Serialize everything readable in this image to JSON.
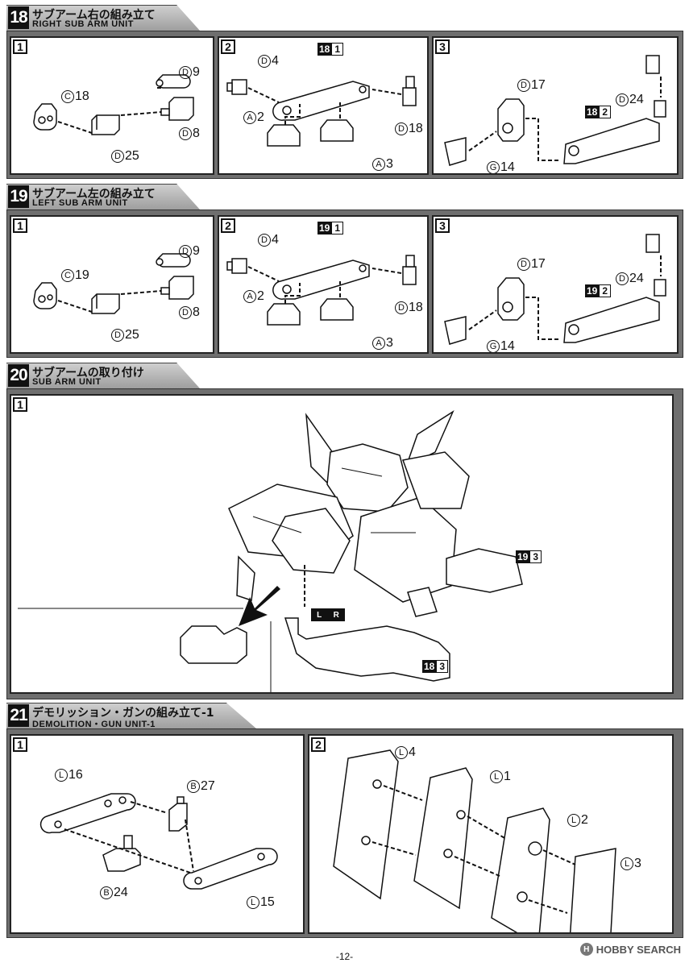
{
  "sections": [
    {
      "number": "18",
      "title_jp": "サブアーム右の組み立て",
      "title_en": "RIGHT SUB ARM UNIT",
      "steps": [
        {
          "number": "1",
          "parts": [
            {
              "letter": "C",
              "num": "18"
            },
            {
              "letter": "D",
              "num": "9"
            },
            {
              "letter": "D",
              "num": "8"
            },
            {
              "letter": "D",
              "num": "25"
            }
          ]
        },
        {
          "number": "2",
          "ref": {
            "section": "18",
            "step": "1"
          },
          "parts": [
            {
              "letter": "D",
              "num": "4"
            },
            {
              "letter": "A",
              "num": "2"
            },
            {
              "letter": "D",
              "num": "18"
            },
            {
              "letter": "A",
              "num": "3"
            }
          ]
        },
        {
          "number": "3",
          "ref": {
            "section": "18",
            "step": "2"
          },
          "parts": [
            {
              "letter": "D",
              "num": "17"
            },
            {
              "letter": "D",
              "num": "24"
            },
            {
              "letter": "G",
              "num": "14"
            }
          ]
        }
      ]
    },
    {
      "number": "19",
      "title_jp": "サブアーム左の組み立て",
      "title_en": "LEFT SUB ARM UNIT",
      "steps": [
        {
          "number": "1",
          "parts": [
            {
              "letter": "C",
              "num": "19"
            },
            {
              "letter": "D",
              "num": "9"
            },
            {
              "letter": "D",
              "num": "8"
            },
            {
              "letter": "D",
              "num": "25"
            }
          ]
        },
        {
          "number": "2",
          "ref": {
            "section": "19",
            "step": "1"
          },
          "parts": [
            {
              "letter": "D",
              "num": "4"
            },
            {
              "letter": "A",
              "num": "2"
            },
            {
              "letter": "D",
              "num": "18"
            },
            {
              "letter": "A",
              "num": "3"
            }
          ]
        },
        {
          "number": "3",
          "ref": {
            "section": "19",
            "step": "2"
          },
          "parts": [
            {
              "letter": "D",
              "num": "17"
            },
            {
              "letter": "D",
              "num": "24"
            },
            {
              "letter": "G",
              "num": "14"
            }
          ]
        }
      ]
    },
    {
      "number": "20",
      "title_jp": "サブアームの取り付け",
      "title_en": "SUB ARM UNIT",
      "steps": [
        {
          "number": "1",
          "refs": [
            {
              "section": "19",
              "step": "3"
            },
            {
              "section": "18",
              "step": "3"
            }
          ],
          "lr_badge": [
            "L",
            "R"
          ]
        }
      ]
    },
    {
      "number": "21",
      "title_jp": "デモリッション・ガンの組み立て-1",
      "title_en": "DEMOLITION・GUN UNIT-1",
      "steps": [
        {
          "number": "1",
          "parts": [
            {
              "letter": "L",
              "num": "16"
            },
            {
              "letter": "B",
              "num": "27"
            },
            {
              "letter": "B",
              "num": "24"
            },
            {
              "letter": "L",
              "num": "15"
            }
          ]
        },
        {
          "number": "2",
          "parts": [
            {
              "letter": "L",
              "num": "4"
            },
            {
              "letter": "L",
              "num": "1"
            },
            {
              "letter": "L",
              "num": "2"
            },
            {
              "letter": "L",
              "num": "3"
            }
          ]
        }
      ]
    }
  ],
  "footer": {
    "page_number": "-12-",
    "watermark": "HOBBY SEARCH",
    "watermark_logo": "H"
  }
}
